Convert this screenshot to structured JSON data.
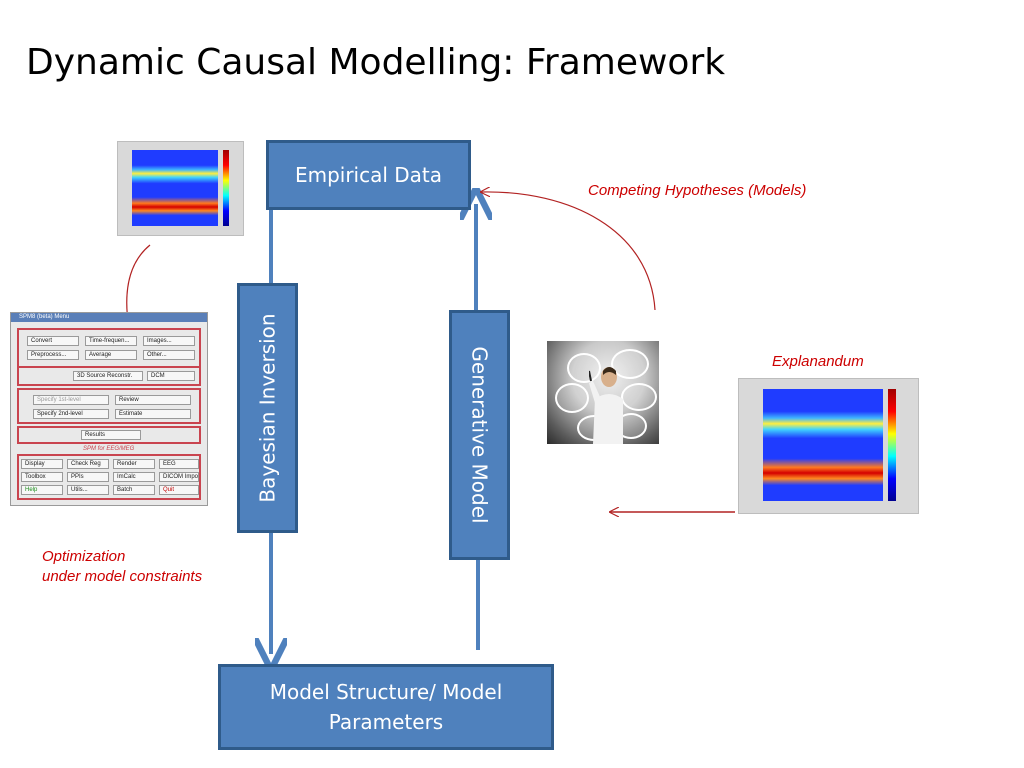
{
  "title": "Dynamic Causal Modelling: Framework",
  "boxes": {
    "empirical_data": "Empirical Data",
    "model_structure_line1": "Model Structure/ Model",
    "model_structure_line2": "Parameters",
    "bayesian_inversion": "Bayesian Inversion",
    "generative_model": "Generative Model"
  },
  "notes": {
    "competing_hypotheses": "Competing Hypotheses (Models)",
    "explanandum": "Explanandum",
    "optimization_line1": "Optimization",
    "optimization_line2": "under model constraints"
  },
  "spm_menu": {
    "window_title": "SPM8 (beta) Menu",
    "buttons": [
      "Convert",
      "Time-frequen...",
      "Images...",
      "Preprocess...",
      "Average",
      "Other...",
      "3D Source Reconstr.",
      "DCM",
      "Specify 1st-level",
      "Review",
      "Specify 2nd-level",
      "Estimate",
      "Results",
      "Display",
      "Check Reg",
      "Render",
      "EEG",
      "Toolbox",
      "PPIs",
      "ImCalc",
      "DICOM Import",
      "Help",
      "Utils...",
      "Batch",
      "Quit"
    ],
    "section_label": "SPM for EEG/MEG"
  },
  "colors": {
    "box_fill": "#4f81bd",
    "box_border": "#2f5b8a",
    "annotation_red": "#cc0000"
  }
}
